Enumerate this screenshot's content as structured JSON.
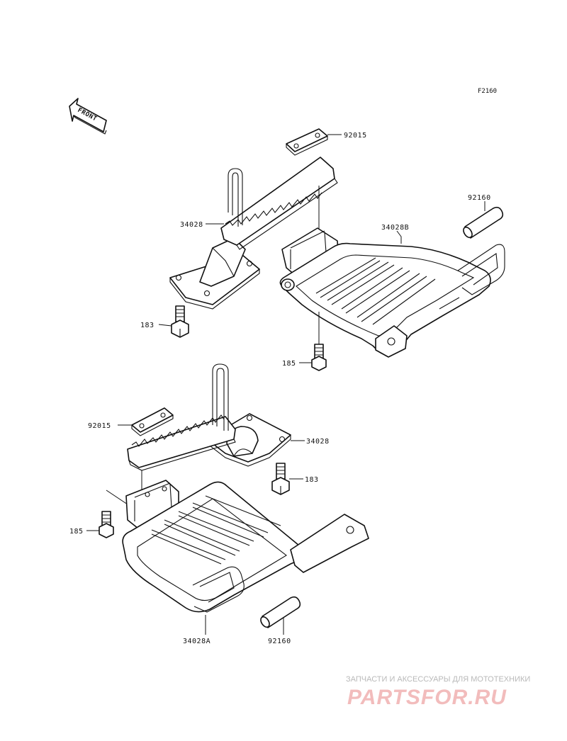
{
  "figure_code": "F2160",
  "front_label": "FRONT",
  "callouts": {
    "plate_92015_upper": "92015",
    "spacer_92160_right": "92160",
    "bracket_34028_upper": "34028",
    "footrest_34028B": "34028B",
    "bolt_183_upper": "183",
    "bolt_185_upper": "185",
    "plate_92015_lower": "92015",
    "bracket_34028_lower": "34028",
    "bolt_183_lower": "183",
    "bolt_185_lower": "185",
    "footrest_34028A": "34028A",
    "spacer_92160_lower": "92160"
  },
  "watermark": {
    "tagline": "ЗАПЧАСТИ И АКСЕССУАРЫ ДЛЯ МОТОТЕХНИКИ",
    "brand": "PARTSFOR.RU"
  }
}
